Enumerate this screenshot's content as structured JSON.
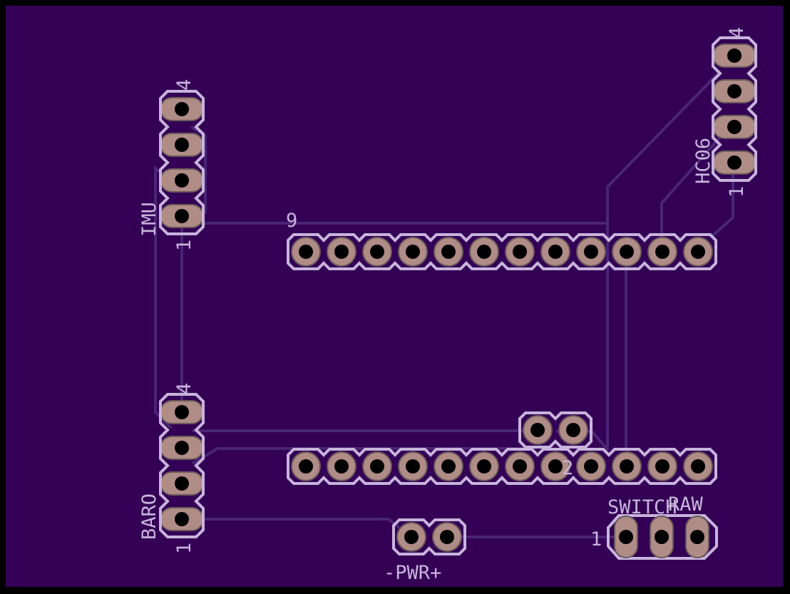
{
  "board": {
    "colors": {
      "background": "#000000",
      "board_fill": "#330055",
      "trace": "#4a2575",
      "silkscreen": "#c8b4dc",
      "pad": "#b08c86",
      "pad_outline": "#6a5a5a",
      "drill": "#000000"
    }
  },
  "components": {
    "imu": {
      "name": "IMU",
      "pin_first": "1",
      "pin_last": "4"
    },
    "hc06": {
      "name": "HC06",
      "pin_first": "1",
      "pin_last": "4"
    },
    "baro": {
      "name": "BARO",
      "pin_first": "1",
      "pin_last": "4"
    },
    "pwr": {
      "name": "-PWR+"
    },
    "switch": {
      "name": "SWITCH",
      "pin_first": "1"
    },
    "raw": {
      "name": "RAW"
    },
    "top_header": {
      "label": "9"
    },
    "bottom_header": {
      "label": "2"
    }
  }
}
